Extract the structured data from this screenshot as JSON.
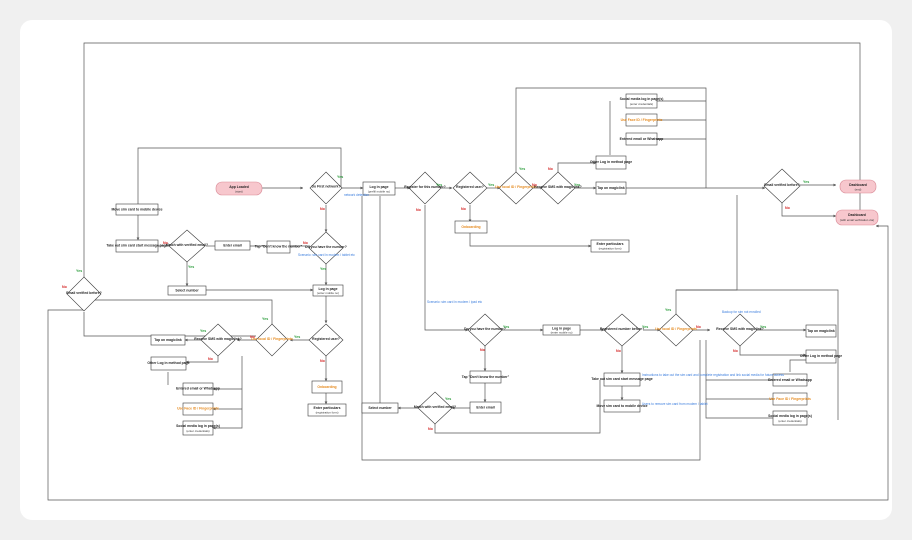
{
  "colors": {
    "background": "#f0f0f0",
    "panel": "#ffffff",
    "terminal_fill": "#f7c7cd",
    "yes": "#2e9e3e",
    "no": "#d32020",
    "note": "#3b7ddd",
    "highlight": "#e58a1f"
  },
  "terminals": {
    "app_loaded": {
      "title": "App Loaded",
      "sub": "(start)"
    },
    "dashboard_1": {
      "title": "Dashboard",
      "sub": "(end)"
    },
    "dashboard_2": {
      "title": "Dashboard",
      "sub": "(with email verification cta)"
    }
  },
  "decisions": {
    "first_time": "Do First network?",
    "have_number_1": "Do you have the number?",
    "registered_user_1": "Registered user?",
    "use_biometrics_1": "Use local ID / Fingerprints",
    "receive_sms_1": "Receive SMS with magiclink?",
    "match_verified_email_1": "Match with verified email?",
    "email_verified_left": "Email verified before?",
    "register_for_number": "Register for this number?",
    "registered_user_2": "Registered user?",
    "use_biometrics_2": "Use local ID / Fingerprints",
    "receive_sms_2": "Receive SMS with magiclink?",
    "email_verified_right": "Email verified before?",
    "have_number_2": "Do you have the number?",
    "registered_number_before": "Registered number before?",
    "use_biometrics_3": "Use local ID / Fingerprints",
    "receive_sms_3": "Receive SMS with magiclink?",
    "match_verified_email_2": "Match with verified email?"
  },
  "processes": {
    "move_sim_card": "Move sim card to mobile device",
    "take_out_sim": "Take out sim card start message page",
    "enter_email_1": "Enter email",
    "tap_dont_know_1": "Tap \"Don't know the number\"",
    "select_number_1": "Select number",
    "log_in_page_1": {
      "title": "Log in page",
      "sub": "(enter mobile no)"
    },
    "tap_on_magiclink_1": "Tap on magiclink",
    "other_login_1": "Other Log in method page",
    "entered_email_1": "Entered email or Whatsapp",
    "use_face_id_1": "Use Face ID / Fingerprints",
    "social_media_1": {
      "title": "Social media log in page(s)",
      "sub": "(enter credentials)"
    },
    "onboarding_1": "Onboarding",
    "enter_particulars_1": {
      "title": "Enter particulars",
      "sub": "(registration form)"
    },
    "log_in_page_2": {
      "title": "Log in page",
      "sub": "(prefill mobile no)"
    },
    "onboarding_2": "Onboarding",
    "social_media_2": {
      "title": "Social media log in page(s)",
      "sub": "(enter credentials)"
    },
    "use_face_id_2": "Use Face ID / Fingerprints",
    "entered_email_2": "Entered email or Whatsapp",
    "other_login_2": "Other Log in method page",
    "tap_on_magiclink_2": "Tap on magiclink",
    "enter_particulars_2": {
      "title": "Enter particulars",
      "sub": "(registration form)"
    },
    "log_in_page_3": {
      "title": "Log in page",
      "sub": "(enter mobile no)"
    },
    "tap_dont_know_2": "Tap \"Don't know the number\"",
    "enter_email_2": "Enter email",
    "select_number_2": "Select number",
    "take_out_sim_2": "Take out sim card start message page",
    "move_sim_2": "Move sim card to mobile device",
    "tap_on_magiclink_3": "Tap on magiclink",
    "other_login_3": "Other Log in method page",
    "entered_email_3": "Entered email or Whatsapp",
    "use_face_id_3": "Use Face ID / Fingerprints",
    "social_media_3": {
      "title": "Social media log in page(s)",
      "sub": "(enter credentials)"
    }
  },
  "labels": {
    "yes": "Yes",
    "no": "No"
  },
  "notes": {
    "network_detection": "network detection",
    "scenario_1": "Scenario: sim card in modem / tablet etc",
    "scenario_2": "Scenario: sim card in modem / ipad etc",
    "instructions_1": "Instructions to take out the sim card and complete registration and link social media for future access",
    "instructions_2": "Users to remove sim card from modem / tablet",
    "backup": "Backup for sim not enrolled"
  }
}
